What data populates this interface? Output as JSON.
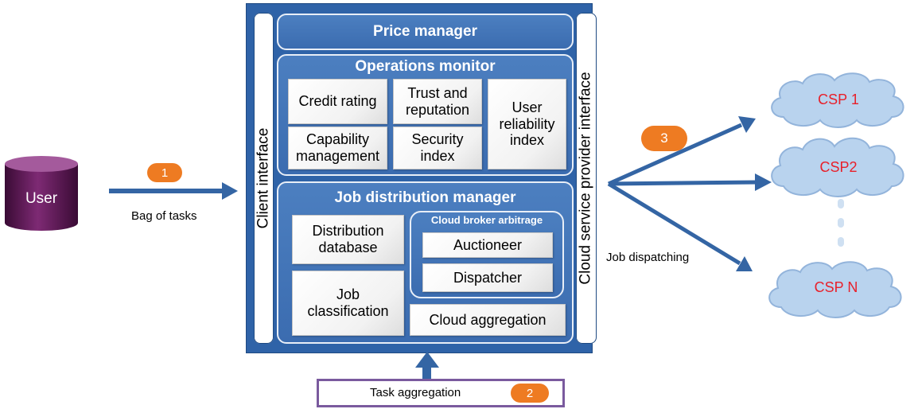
{
  "user": {
    "label": "User"
  },
  "step1": {
    "number": "1",
    "label": "Bag of tasks"
  },
  "broker": {
    "client_interface": "Client interface",
    "csp_interface": "Cloud service provider interface",
    "price_manager": "Price manager",
    "operations_monitor": {
      "title": "Operations monitor",
      "credit_rating": "Credit rating",
      "trust_reputation": "Trust and reputation",
      "user_reliability": "User reliability index",
      "capability_management": "Capability management",
      "security_index": "Security index"
    },
    "job_distribution": {
      "title": "Job distribution manager",
      "distribution_database": "Distribution database",
      "job_classification": "Job classification",
      "cloud_broker_arbitrage": "Cloud broker arbitrage",
      "auctioneer": "Auctioneer",
      "dispatcher": "Dispatcher",
      "cloud_aggregation": "Cloud aggregation"
    }
  },
  "step2": {
    "number": "2",
    "label": "Task aggregation"
  },
  "step3": {
    "number": "3",
    "label": "Job dispatching"
  },
  "clouds": [
    {
      "label": "CSP 1"
    },
    {
      "label": "CSP2"
    },
    {
      "label": "CSP N"
    }
  ],
  "colors": {
    "frame": "#2f63a8",
    "panel": "#4575b8",
    "badge": "#ee7b22",
    "cloud_fill": "#b9d3ee",
    "cloud_text": "#e8202a",
    "task_border": "#7a5a9e"
  }
}
